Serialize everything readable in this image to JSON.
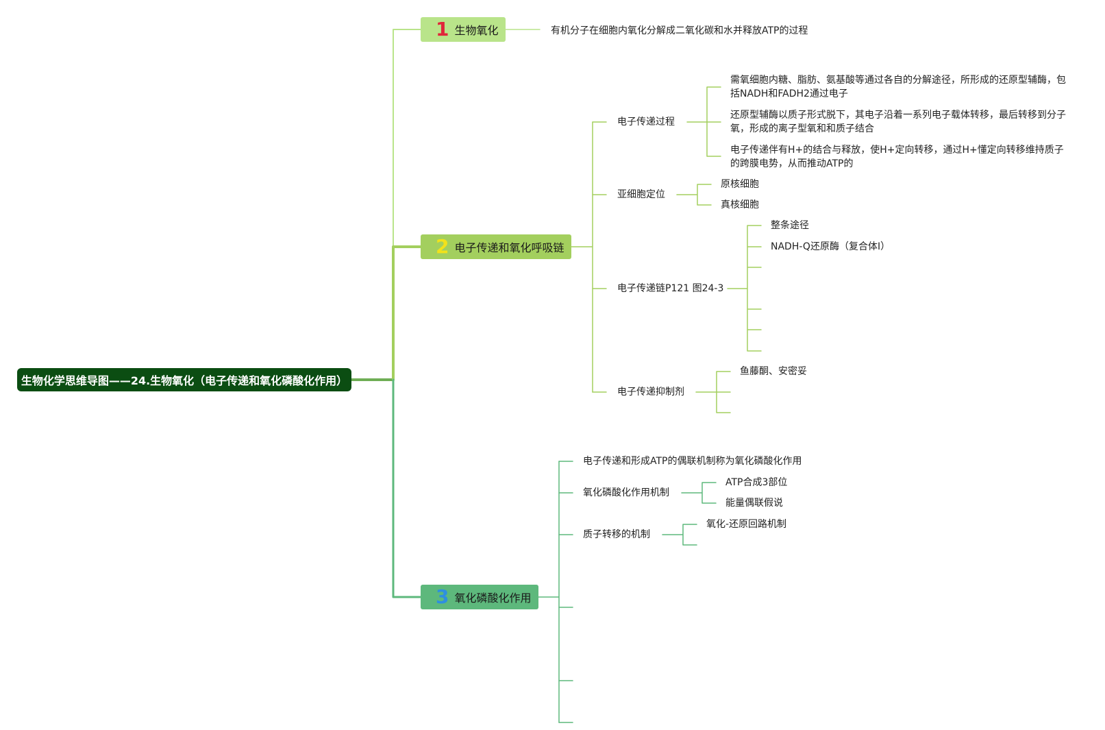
{
  "root": {
    "title": "生物化学思维导图——24.生物氧化（电子传递和氧化磷酸化作用）"
  },
  "colors": {
    "root": "#0b4d12",
    "branch1": "#b9e48a",
    "branch2": "#a3cf5e",
    "branch3": "#5db87c"
  },
  "branches": [
    {
      "number": "1",
      "label": "生物氧化",
      "definition": "有机分子在细胞内氧化分解成二氧化碳和水并释放ATP的过程"
    },
    {
      "number": "2",
      "label": "电子传递和氧化呼吸链",
      "topics": [
        {
          "label": "电子传递过程",
          "children": [
            "需氧细胞内糖、脂肪、氨基酸等通过各自的分解途径，所形成的还原型辅酶，包括NADH和FADH2通过电子",
            "还原型辅酶以质子形式脱下，其电子沿着一系列电子载体转移，最后转移到分子氧，形成的离子型氧和和质子结合",
            "电子传递伴有H+的结合与释放，使H+定向转移，通过H+懂定向转移维持质子的跨膜电势，从而推动ATP的"
          ]
        },
        {
          "label": "亚细胞定位",
          "children": [
            "原核细胞",
            "真核细胞"
          ]
        },
        {
          "label": "电子传递链P121 图24-3",
          "children": [
            "整条途径",
            "NADH-Q还原酶（复合体I）",
            "",
            "",
            "",
            ""
          ]
        },
        {
          "label": "电子传递抑制剂",
          "children": [
            "鱼藤酮、安密妥",
            "",
            ""
          ]
        }
      ]
    },
    {
      "number": "3",
      "label": "氧化磷酸化作用",
      "topics": [
        {
          "label": "电子传递和形成ATP的偶联机制称为氧化磷酸化作用",
          "children": []
        },
        {
          "label": "氧化磷酸化作用机制",
          "children": [
            "ATP合成3部位",
            "能量偶联假说"
          ]
        },
        {
          "label": "质子转移的机制",
          "children": [
            "氧化-还原回路机制",
            ""
          ]
        },
        {
          "label": "",
          "children": []
        },
        {
          "label": "",
          "children": []
        },
        {
          "label": "",
          "children": []
        }
      ]
    }
  ]
}
